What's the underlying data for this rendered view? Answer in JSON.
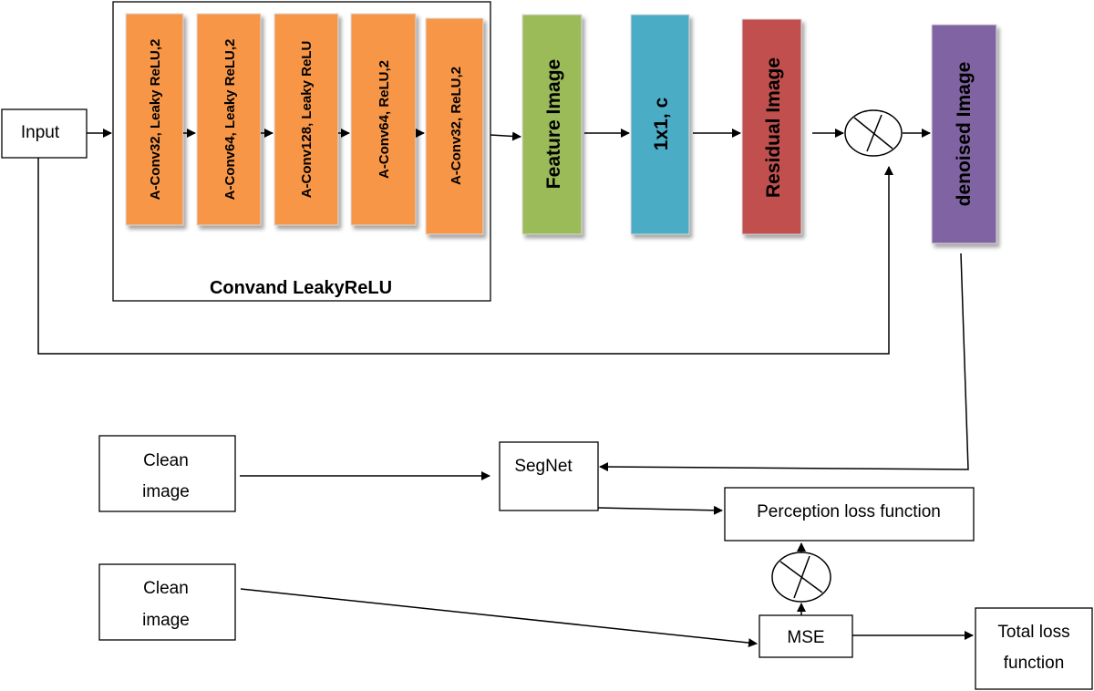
{
  "input_label": "Input",
  "conv_group": {
    "caption": "Convand  LeakyReLU",
    "layers": [
      "A-Conv32, Leaky ReLU,2",
      "A-Conv64, Leaky ReLU,2",
      "A-Conv128, Leaky ReLU",
      "A-Conv64, ReLU,2",
      "A-Conv32,  ReLU,2"
    ]
  },
  "feature_image": "Feature Image",
  "conv1x1": "1x1, c",
  "residual_image": "Residual Image",
  "denoised_image": "denoised Image",
  "loss": {
    "clean_image_1": [
      "Clean",
      "image"
    ],
    "clean_image_2": [
      "Clean",
      "image"
    ],
    "segnet": "SegNet",
    "perception_loss": "Perception loss function",
    "mse": "MSE",
    "total_loss": [
      "Total loss",
      "function"
    ]
  },
  "colors": {
    "conv": "#F79646",
    "feature": "#9BBB59",
    "conv1x1": "#4BACC6",
    "residual": "#C0504D",
    "denoised": "#8064A2"
  }
}
